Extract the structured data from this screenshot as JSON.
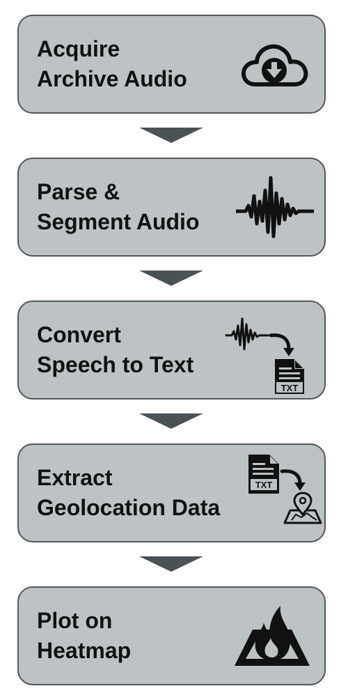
{
  "steps": [
    {
      "line1": "Acquire",
      "line2": "Archive Audio",
      "icon": "cloud-download-icon"
    },
    {
      "line1": "Parse &",
      "line2": "Segment Audio",
      "icon": "waveform-icon"
    },
    {
      "line1": "Convert",
      "line2": "Speech to Text",
      "icon": "waveform-to-text-file-icon"
    },
    {
      "line1": "Extract",
      "line2": "Geolocation Data",
      "icon": "text-file-to-map-pin-icon"
    },
    {
      "line1": "Plot on",
      "line2": "Heatmap",
      "icon": "fire-heatmap-icon"
    }
  ],
  "colors": {
    "box_fill": "#bdc2c4",
    "box_border": "#52575a",
    "arrow": "#4a5256",
    "icon": "#111111"
  },
  "icon_text": "TXT"
}
